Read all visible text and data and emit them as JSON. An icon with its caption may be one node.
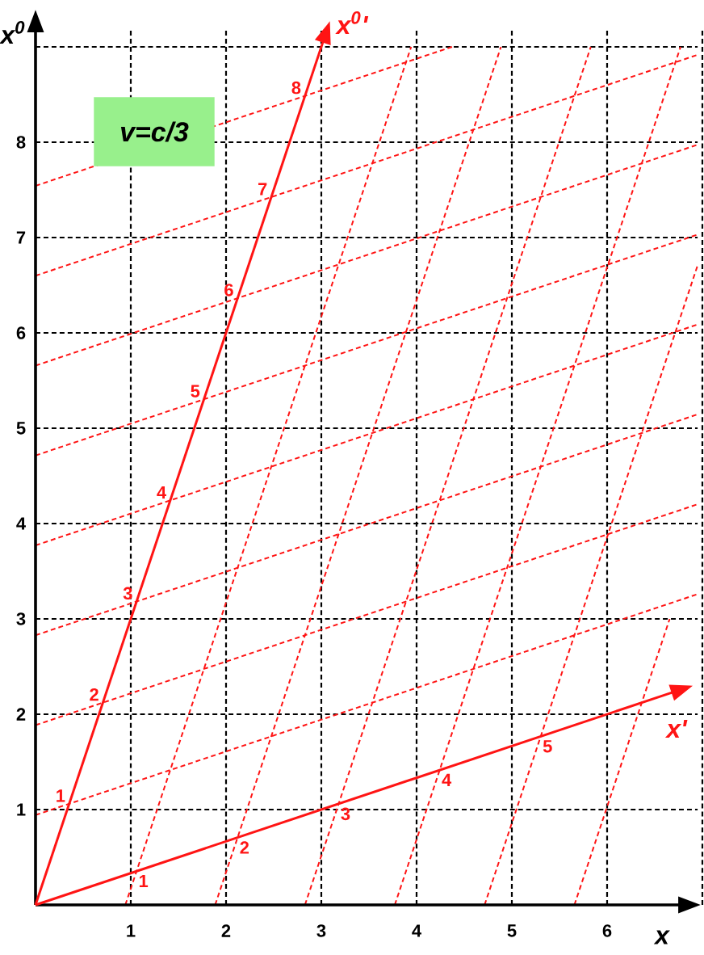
{
  "diagram": {
    "nodes": [
      {
        "text": [
          "v=c/3"
        ]
      }
    ],
    "labels": [
      "x$^{0}$",
      "x$^{0}$'",
      "1",
      "2",
      "3",
      "4",
      "5",
      "6",
      "7",
      "8",
      "1",
      "2",
      "3",
      "4",
      "5",
      "6",
      "x",
      "x'",
      "1",
      "2",
      "3",
      "4",
      "5",
      "6",
      "7",
      "8",
      "1",
      "2",
      "3",
      "4",
      "5"
    ]
  }
}
